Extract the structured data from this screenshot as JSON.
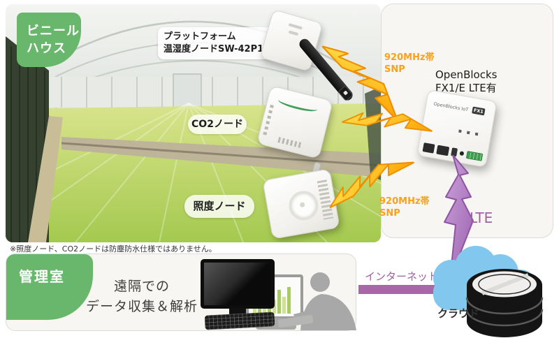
{
  "greenhouse": {
    "badge_line1": "ビニール",
    "badge_line2": "ハウス",
    "note": "※照度ノード、CO2ノードは防塵防水仕様ではありません。"
  },
  "nodes": {
    "temp": {
      "label_line1": "プラットフォーム",
      "label_line2": "温湿度ノードSW-42P1"
    },
    "co2": {
      "label": "CO2ノード"
    },
    "light": {
      "label": "照度ノード"
    }
  },
  "radio": {
    "top": {
      "line1": "920MHz帯",
      "line2": "SNP"
    },
    "bottom": {
      "line1": "920MHz帯",
      "line2": "SNP"
    }
  },
  "gateway": {
    "name_line1": "OpenBlocks",
    "name_line2": "FX1/E LTE有",
    "device_label": "OpenBlocks IoT",
    "device_badge": "FX1"
  },
  "lte": {
    "label": "LTE"
  },
  "management": {
    "badge": "管理室",
    "desc_line1": "遠隔での",
    "desc_line2": "データ収集＆解析"
  },
  "internet": {
    "label": "インターネット"
  },
  "cloud": {
    "label": "クラウド"
  },
  "colors": {
    "accent_green": "#69b76c",
    "accent_orange": "#f6a21d",
    "accent_purple": "#a868a8",
    "cloud_blue": "#82c8ee"
  }
}
